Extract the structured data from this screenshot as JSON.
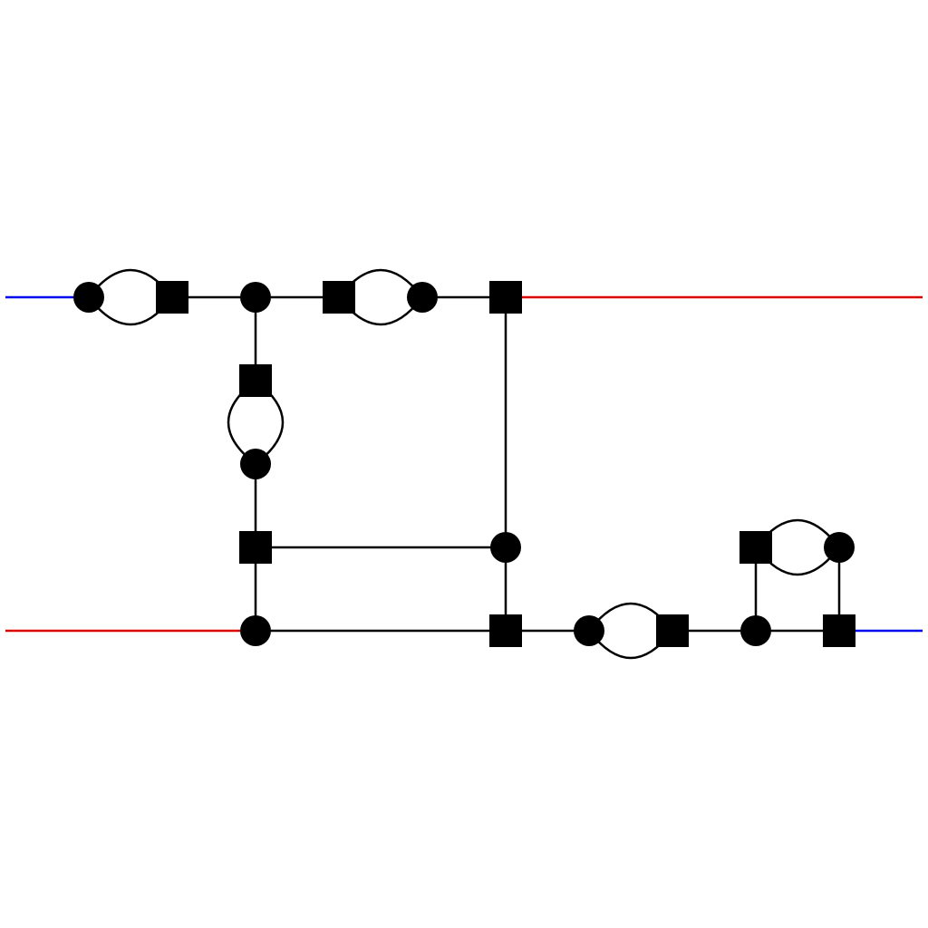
{
  "colors": {
    "edge": "#000000",
    "node": "#000000",
    "leg_blue": "#0000ee",
    "leg_red": "#dd0000",
    "background": "#ffffff"
  },
  "node_kinds": {
    "circle": "filled-circle",
    "square": "filled-square"
  },
  "nodes": [
    {
      "id": "n1",
      "kind": "circle"
    },
    {
      "id": "n2",
      "kind": "square"
    },
    {
      "id": "n3",
      "kind": "circle"
    },
    {
      "id": "n4",
      "kind": "square"
    },
    {
      "id": "n5",
      "kind": "circle"
    },
    {
      "id": "n6",
      "kind": "square"
    },
    {
      "id": "n7",
      "kind": "square"
    },
    {
      "id": "n8",
      "kind": "circle"
    },
    {
      "id": "n9",
      "kind": "square"
    },
    {
      "id": "n10",
      "kind": "circle"
    },
    {
      "id": "n11",
      "kind": "circle"
    },
    {
      "id": "n12",
      "kind": "square"
    },
    {
      "id": "n13",
      "kind": "circle"
    },
    {
      "id": "n14",
      "kind": "square"
    },
    {
      "id": "n15",
      "kind": "circle"
    },
    {
      "id": "n16",
      "kind": "square"
    },
    {
      "id": "n17",
      "kind": "square"
    },
    {
      "id": "n18",
      "kind": "circle"
    }
  ],
  "edges": [
    {
      "from": "n1",
      "to": "n2",
      "style": "double-arc"
    },
    {
      "from": "n2",
      "to": "n3",
      "style": "straight"
    },
    {
      "from": "n3",
      "to": "n4",
      "style": "straight"
    },
    {
      "from": "n4",
      "to": "n5",
      "style": "double-arc"
    },
    {
      "from": "n5",
      "to": "n6",
      "style": "straight"
    },
    {
      "from": "n3",
      "to": "n7",
      "style": "straight"
    },
    {
      "from": "n7",
      "to": "n8",
      "style": "double-arc"
    },
    {
      "from": "n8",
      "to": "n9",
      "style": "straight"
    },
    {
      "from": "n9",
      "to": "n10",
      "style": "straight"
    },
    {
      "from": "n9",
      "to": "n11",
      "style": "straight"
    },
    {
      "from": "n6",
      "to": "n10",
      "style": "straight"
    },
    {
      "from": "n10",
      "to": "n12",
      "style": "straight"
    },
    {
      "from": "n11",
      "to": "n12",
      "style": "straight"
    },
    {
      "from": "n12",
      "to": "n13",
      "style": "straight"
    },
    {
      "from": "n13",
      "to": "n14",
      "style": "double-arc"
    },
    {
      "from": "n14",
      "to": "n15",
      "style": "straight"
    },
    {
      "from": "n15",
      "to": "n16",
      "style": "straight"
    },
    {
      "from": "n15",
      "to": "n17",
      "style": "straight"
    },
    {
      "from": "n17",
      "to": "n18",
      "style": "double-arc"
    },
    {
      "from": "n18",
      "to": "n16",
      "style": "straight"
    }
  ],
  "external_legs": [
    {
      "node": "n1",
      "color": "blue",
      "side": "left"
    },
    {
      "node": "n6",
      "color": "red",
      "side": "right"
    },
    {
      "node": "n11",
      "color": "red",
      "side": "left"
    },
    {
      "node": "n16",
      "color": "blue",
      "side": "right"
    }
  ]
}
